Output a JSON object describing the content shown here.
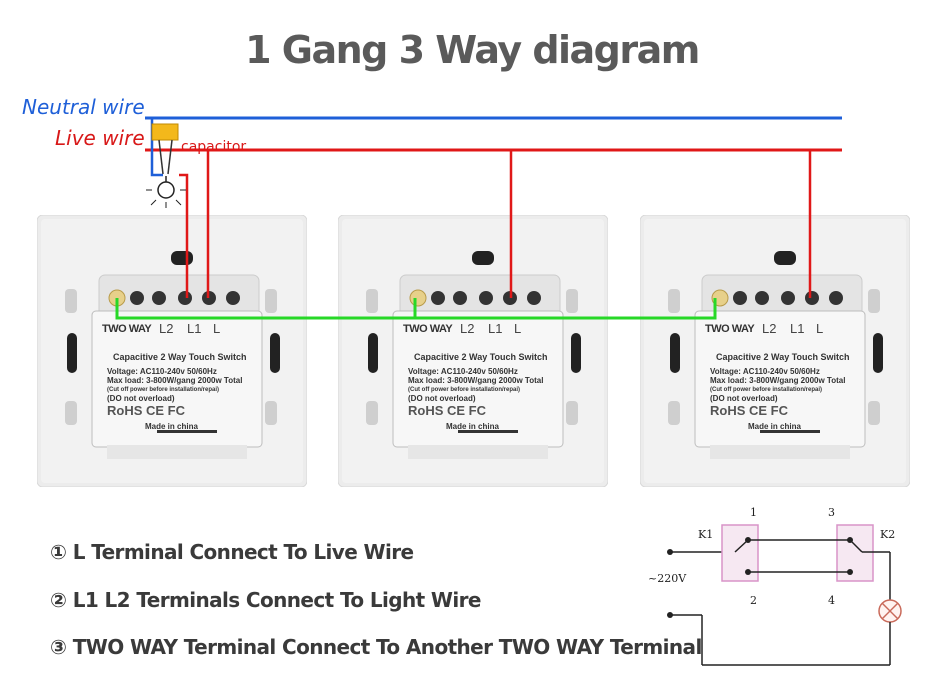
{
  "title": "1 Gang 3 Way diagram",
  "wires": {
    "neutral_label": "Neutral wire",
    "live_label": "Live wire",
    "capacitor_label": "capacitor",
    "neutral_color": "#1e5fd8",
    "live_color": "#e01818",
    "twoway_color": "#27d827"
  },
  "switch_panel": {
    "brand": "TWO WAY",
    "terminal_l2": "L2",
    "terminal_l1": "L1",
    "terminal_l": "L",
    "product_name": "Capacitive 2 Way Touch Switch",
    "voltage": "Voltage: AC110-240v 50/60Hz",
    "max_load": "Max load: 3-800W/gang  2000w Total",
    "warning_1": "(Cut off power before installation/repai)",
    "warning_2": "(DO not overload)",
    "certs": "RoHS CE FC",
    "made_in": "Made in china"
  },
  "instructions": [
    "① L Terminal Connect To Live Wire",
    "② L1 L2 Terminals Connect To Light Wire",
    "③ TWO WAY Terminal Connect To Another TWO WAY Terminal"
  ],
  "schematic": {
    "k1": "K1",
    "k2": "K2",
    "n1": "1",
    "n2": "2",
    "n3": "3",
    "n4": "4",
    "voltage": "~220V"
  }
}
